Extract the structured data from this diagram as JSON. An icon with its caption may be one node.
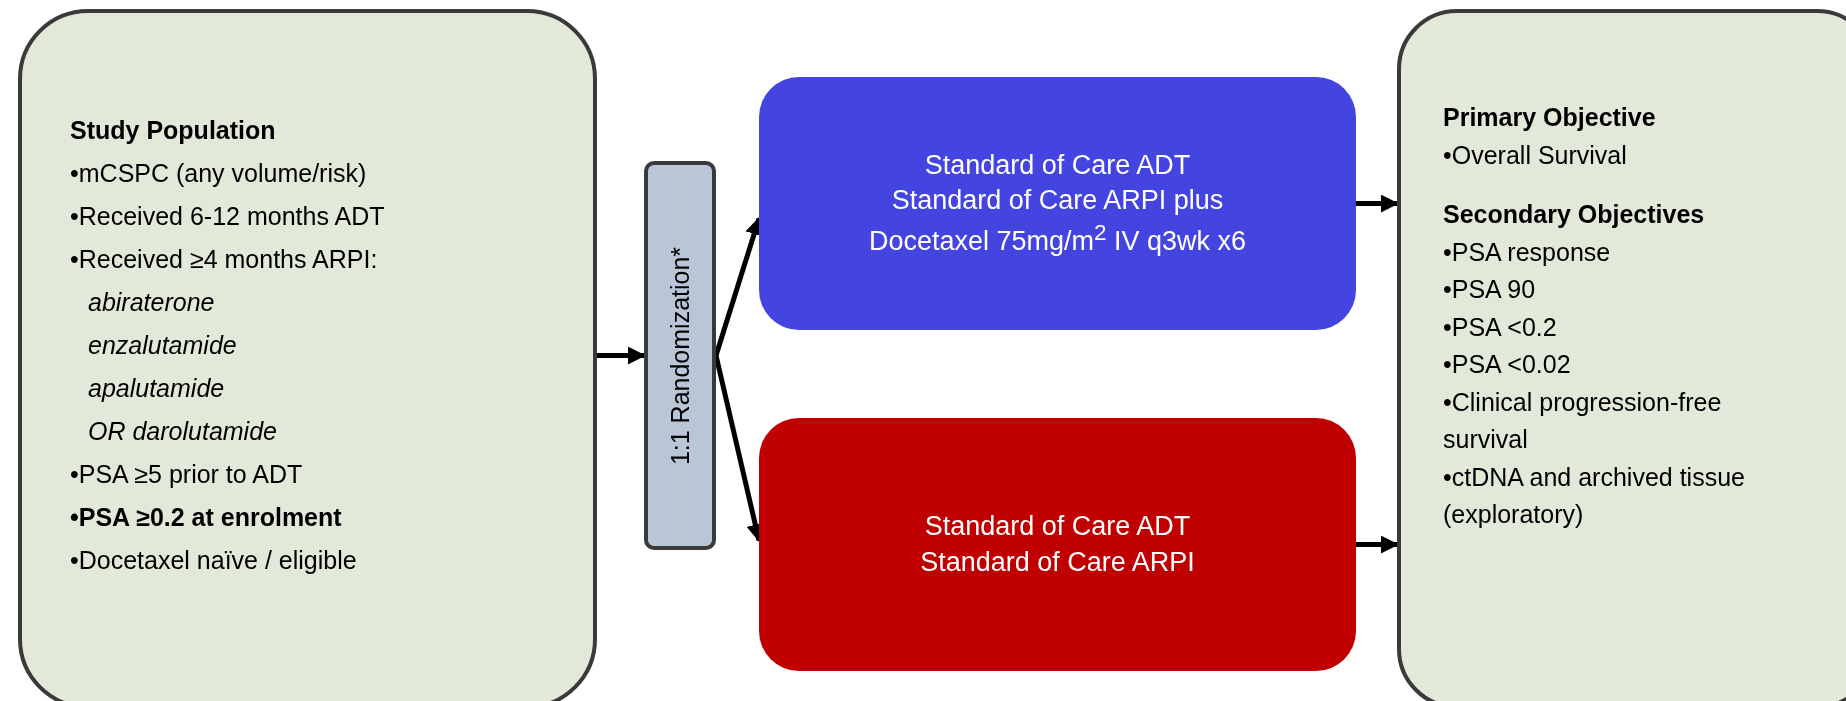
{
  "diagram": {
    "nodes": [
      {
        "text": [
          "Study Population",
          "•mCSPC (any volume/risk)",
          "•Received 6-12 months ADT",
          "•Received ≥4 months ARPI:",
          "abiraterone",
          "enzalutamide",
          "apalutamide",
          "OR darolutamide",
          "•PSA ≥5 prior to ADT",
          "•PSA ≥0.2 at enrolment",
          "•Docetaxel naïve / eligible"
        ]
      },
      {
        "text": [
          "1:1 Randomization*"
        ]
      },
      {
        "text": [
          "Standard of Care ADT",
          "Standard of Care ARPI plus",
          "Docetaxel 75mg/m$^{2}$ IV q3wk x6"
        ]
      },
      {
        "text": [
          "Standard of Care ADT",
          "Standard of Care ARPI"
        ]
      },
      {
        "text": [
          "Primary Objective",
          "•Overall Survival",
          "Secondary Objectives",
          "•PSA response",
          "•PSA 90",
          "•PSA <0.2",
          "•PSA <0.02",
          "•Clinical progression-free survival",
          "•ctDNA and archived tissue (exploratory)"
        ]
      }
    ],
    "edges": [
      {
        "from": 0,
        "to": 1,
        "arrow": "to"
      },
      {
        "from": 1,
        "to": 2,
        "arrow": "to"
      },
      {
        "from": 1,
        "to": 3,
        "arrow": "to"
      },
      {
        "from": 2,
        "to": 4,
        "arrow": "to"
      },
      {
        "from": 3,
        "to": 4,
        "arrow": "to"
      }
    ]
  }
}
